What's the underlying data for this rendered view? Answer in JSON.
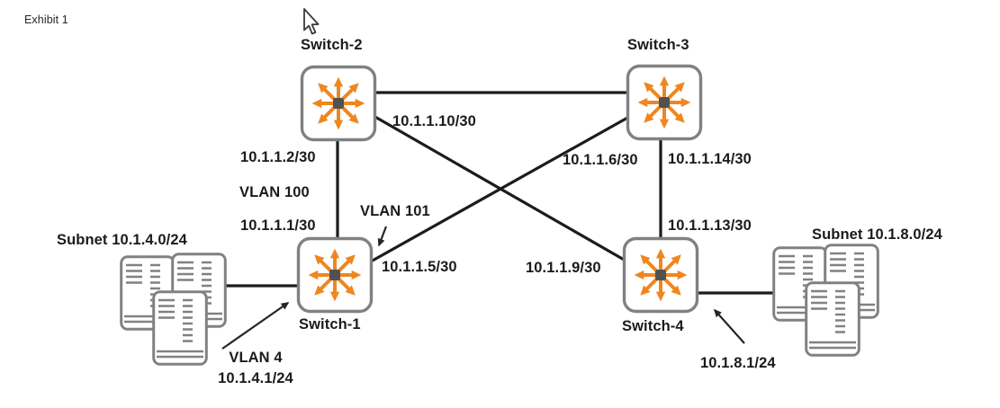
{
  "page": {
    "exhibit_label": "Exhibit 1"
  },
  "colors": {
    "accent": "#f0861f",
    "line": "#1c1c1c",
    "device": "#7f8183",
    "text": "#1b1b1b"
  },
  "nodes": {
    "switch1": {
      "label": "Switch-1",
      "icon": "layer3-switch-icon"
    },
    "switch2": {
      "label": "Switch-2",
      "icon": "layer3-switch-icon"
    },
    "switch3": {
      "label": "Switch-3",
      "icon": "layer3-switch-icon"
    },
    "switch4": {
      "label": "Switch-4",
      "icon": "layer3-switch-icon"
    },
    "servers_left": {
      "label": "Subnet 10.1.4.0/24",
      "icon": "server-stack-icon"
    },
    "servers_right": {
      "label": "Subnet 10.1.8.0/24",
      "icon": "server-stack-icon"
    }
  },
  "link_labels": {
    "s2_s1_switch2_side": "10.1.1.2/30",
    "s2_s1_vlan": "VLAN 100",
    "s2_s1_switch1_side": "10.1.1.1/30",
    "s1_s3_vlan": "VLAN 101",
    "s1_s3_switch1_side": "10.1.1.5/30",
    "s1_s3_switch3_side": "10.1.1.6/30",
    "s2_s4_switch2_side": "10.1.1.10/30",
    "s2_s4_switch4_side": "10.1.1.9/30",
    "s3_s4_switch3_side": "10.1.1.14/30",
    "s3_s4_switch4_side": "10.1.1.13/30"
  },
  "annotations": {
    "vlan4": "VLAN 4",
    "vlan4_ip": "10.1.4.1/24",
    "switch4_ip": "10.1.8.1/24"
  }
}
